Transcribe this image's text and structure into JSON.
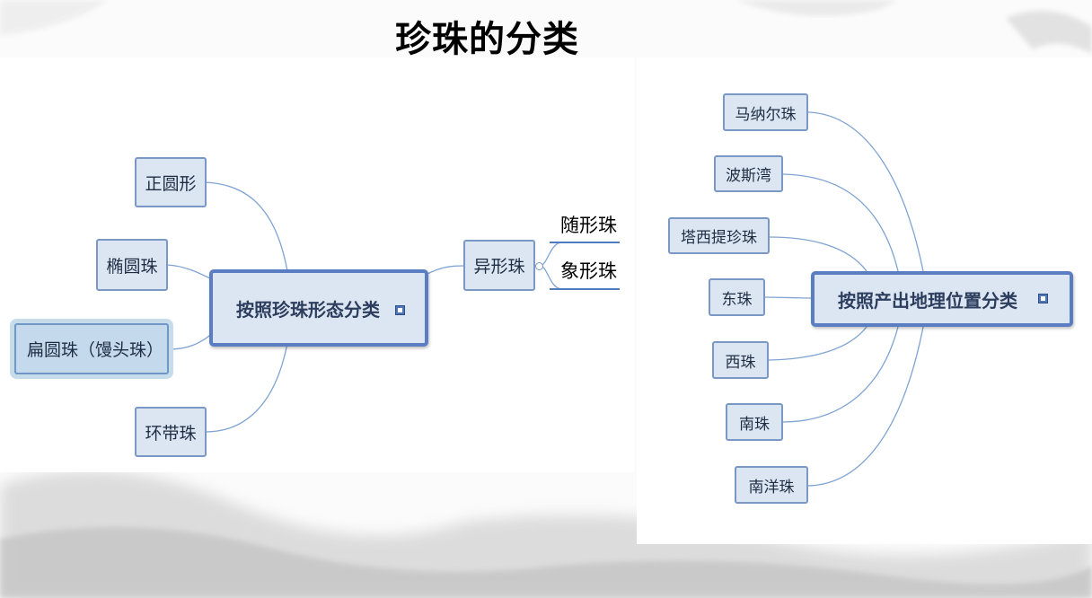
{
  "title": "珍珠的分类",
  "left_map": {
    "center": "按照珍珠形态分类",
    "branches": [
      "正圆形",
      "椭圆珠",
      "扁圆珠（馒头珠）",
      "环带珠",
      "异形珠"
    ],
    "irregular_children": [
      "随形珠",
      "象形珠"
    ]
  },
  "right_map": {
    "center": "按照产出地理位置分类",
    "branches": [
      "马纳尔珠",
      "波斯湾",
      "塔西提珍珠",
      "东珠",
      "西珠",
      "南珠",
      "南洋珠"
    ]
  },
  "colors": {
    "node_fill": "#dce6f2",
    "node_border": "#7a98c4",
    "center_border": "#5b7ec3",
    "link": "#7fa3d2",
    "selected_fill": "#c4d9ec"
  },
  "icons": {
    "topic_badge": "topic-icon",
    "collapse_toggle": "collapse-circle-icon"
  }
}
